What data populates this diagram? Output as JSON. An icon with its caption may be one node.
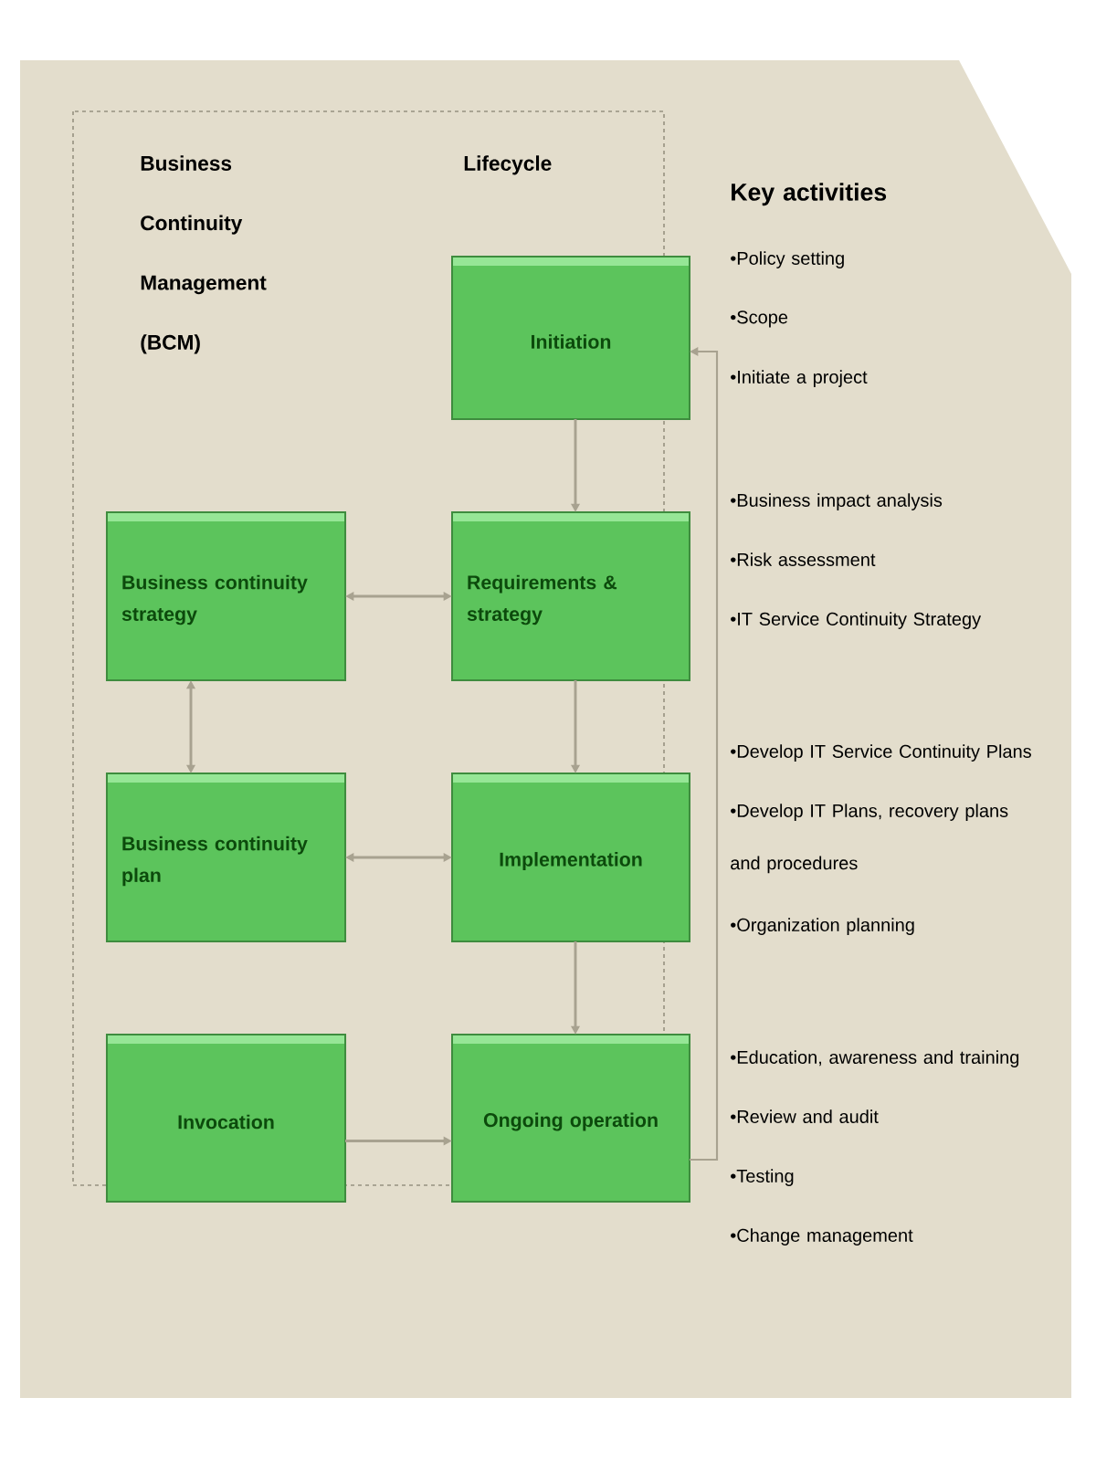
{
  "diagram": {
    "nodes": [
      {
        "text": [
          "Initiation"
        ]
      },
      {
        "text": [
          "Business continuity strategy"
        ]
      },
      {
        "text": [
          "Requirements & strategy"
        ]
      },
      {
        "text": [
          "Business continuity plan"
        ]
      },
      {
        "text": [
          "Implementation"
        ]
      },
      {
        "text": [
          "Invocation"
        ]
      },
      {
        "text": [
          "Ongoing operation"
        ]
      }
    ],
    "edges": [
      {
        "from": 0,
        "to": 2,
        "arrow": "to"
      },
      {
        "from": 1,
        "to": 2,
        "arrow": "both"
      },
      {
        "from": 1,
        "to": 3,
        "arrow": "both"
      },
      {
        "from": 2,
        "to": 4,
        "arrow": "to"
      },
      {
        "from": 3,
        "to": 4,
        "arrow": "both"
      },
      {
        "from": 4,
        "to": 6,
        "arrow": "to"
      },
      {
        "from": 5,
        "to": 6,
        "arrow": "to"
      },
      {
        "from": 6,
        "to": 0,
        "arrow": "to"
      }
    ],
    "labels": [
      "Business Continuity Management (BCM)",
      "Lifecycle",
      "Key activities",
      "•Policy setting",
      "•Scope",
      "•Initiate a project",
      "•Business impact analysis",
      "•Risk assessment",
      "•IT Service Continuity Strategy",
      "•Develop IT Service Continuity Plans",
      "•Develop IT Plans, recovery plans and procedures",
      "•Organization planning",
      "•Education, awareness and training",
      "•Review and audit",
      "•Testing",
      "•Change management"
    ]
  }
}
